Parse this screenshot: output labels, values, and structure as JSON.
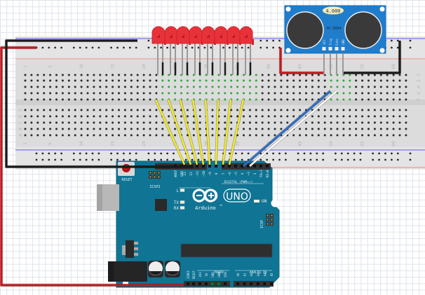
{
  "breadboard": {
    "row_letters_top": [
      "J",
      "I",
      "H",
      "G",
      "F"
    ],
    "row_letters_bottom": [
      "E",
      "D",
      "C",
      "B",
      "A"
    ],
    "column_numbers": [
      "1",
      "5",
      "10",
      "15",
      "20",
      "25",
      "30",
      "35",
      "40",
      "45",
      "50",
      "55",
      "60"
    ]
  },
  "sensor": {
    "name": "HC-SR04",
    "display": "4.000",
    "pins": [
      "VCC",
      "Trig",
      "Echo",
      "GND"
    ]
  },
  "leds": {
    "count": 8,
    "color": "#e8323a"
  },
  "arduino": {
    "logo_text": "UNO",
    "brand": "Arduino",
    "trademark": "TM",
    "reset_label": "RESET",
    "icsp2_label": "ICSP2",
    "icsp_label": "ICSP",
    "digital_label": "DIGITAL (PWM=~)",
    "power_label": "POWER",
    "analog_label": "ANALOG IN",
    "on_label": "ON",
    "led_labels": [
      "L",
      "TX",
      "RX"
    ],
    "digital_pins": [
      "AREF",
      "GND",
      "13",
      "12",
      "~11",
      "~10",
      "~9",
      "8",
      "7",
      "~6",
      "~5",
      "4",
      "~3",
      "2",
      "TX▸1",
      "RX◂0"
    ],
    "power_pins": [
      "IOREF",
      "RESET",
      "3V3",
      "5V",
      "GND",
      "GND",
      "VIN"
    ],
    "analog_pins": [
      "A0",
      "A1",
      "A2",
      "A3",
      "A4",
      "A5"
    ]
  },
  "wires": {
    "power_color": "#c8181e",
    "ground_color": "#1a1a1a",
    "signal_color": "#f2ec1c",
    "trig_color": "#2f6fc4",
    "echo_color": "#ffffff"
  }
}
